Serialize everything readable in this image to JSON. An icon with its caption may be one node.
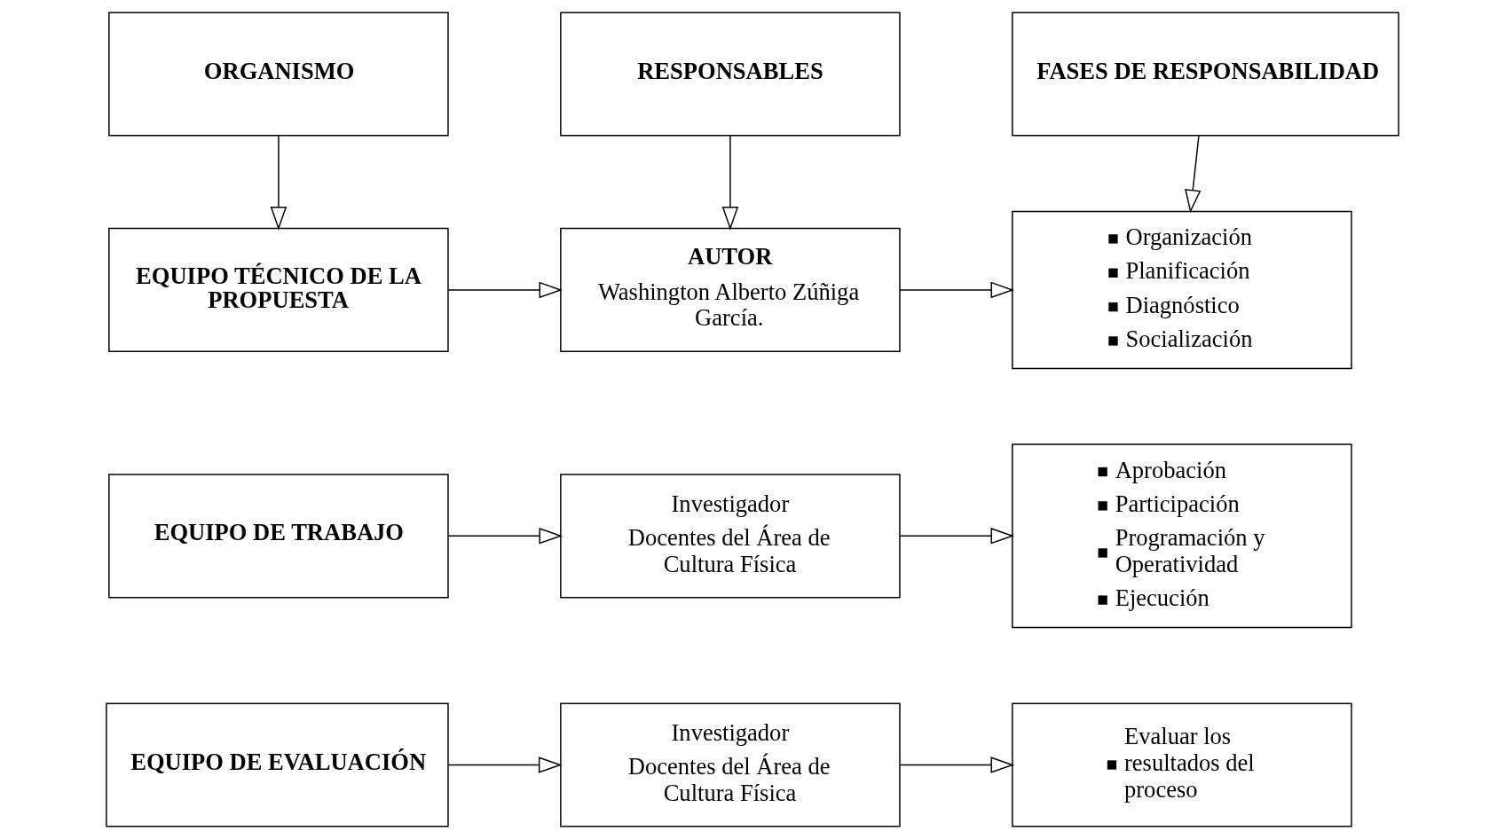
{
  "diagram": {
    "nodes": [
      {
        "text": [
          "ORGANISMO"
        ]
      },
      {
        "text": [
          "RESPONSABLES"
        ]
      },
      {
        "text": [
          "FASES DE RESPONSABILIDAD"
        ]
      },
      {
        "text": [
          "EQUIPO TÉCNICO DE LA PROPUESTA"
        ]
      },
      {
        "text": [
          "AUTOR",
          "Washington Alberto Zúñiga García."
        ]
      },
      {
        "text": [
          "Organización",
          "Planificación",
          "Diagnóstico",
          "Socialización"
        ]
      },
      {
        "text": [
          "EQUIPO DE TRABAJO"
        ]
      },
      {
        "text": [
          "Investigador",
          "Docentes del Área de Cultura Física"
        ]
      },
      {
        "text": [
          "Aprobación",
          "Participación",
          "Programación y Operatividad",
          "Ejecución"
        ]
      },
      {
        "text": [
          "EQUIPO DE EVALUACIÓN"
        ]
      },
      {
        "text": [
          "Investigador",
          "Docentes del Área de Cultura Física"
        ]
      },
      {
        "text": [
          "Evaluar los resultados del proceso"
        ]
      }
    ],
    "edges": [
      {
        "from": 0,
        "to": 3,
        "arrow": "to"
      },
      {
        "from": 1,
        "to": 4,
        "arrow": "to"
      },
      {
        "from": 2,
        "to": 5,
        "arrow": "to"
      },
      {
        "from": 3,
        "to": 4,
        "arrow": "to"
      },
      {
        "from": 4,
        "to": 5,
        "arrow": "to"
      },
      {
        "from": 6,
        "to": 7,
        "arrow": "to"
      },
      {
        "from": 7,
        "to": 8,
        "arrow": "to"
      },
      {
        "from": 9,
        "to": 10,
        "arrow": "to"
      },
      {
        "from": 10,
        "to": 11,
        "arrow": "to"
      }
    ]
  }
}
